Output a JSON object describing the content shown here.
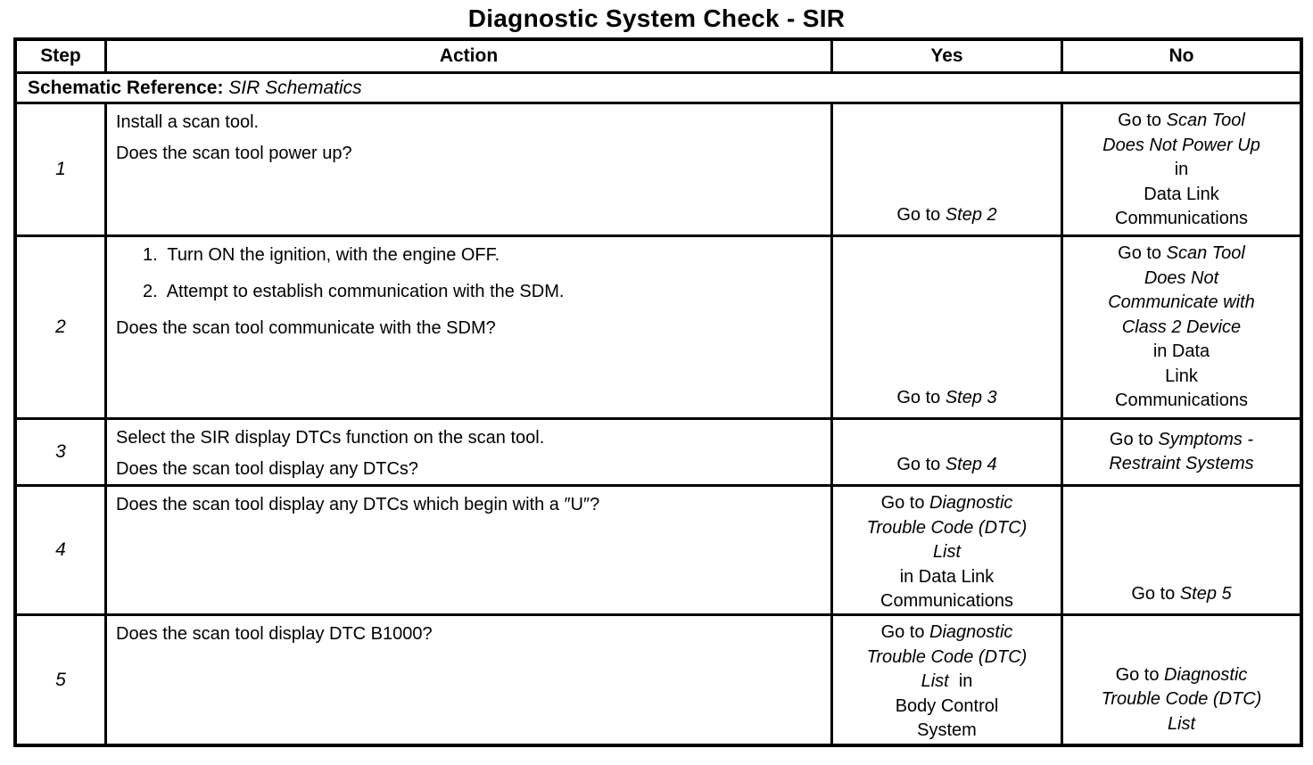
{
  "title": "Diagnostic System Check - SIR",
  "columns": {
    "step": "Step",
    "action": "Action",
    "yes": "Yes",
    "no": "No"
  },
  "schematic_reference": {
    "label": "Schematic Reference: ",
    "value": "SIR Schematics"
  },
  "rows": [
    {
      "step": "1",
      "action": [
        {
          "seg": [
            {
              "t": "Install a scan tool."
            }
          ]
        },
        {
          "seg": [
            {
              "t": "Does the scan tool power up?"
            }
          ]
        }
      ],
      "yes": [
        {
          "seg": [
            {
              "t": "Go to "
            },
            {
              "t": "Step 2",
              "i": true
            }
          ]
        }
      ],
      "no": [
        {
          "seg": [
            {
              "t": "Go to "
            },
            {
              "t": "Scan Tool",
              "i": true
            }
          ]
        },
        {
          "seg": [
            {
              "t": "Does Not Power Up",
              "i": true
            }
          ]
        },
        {
          "seg": [
            {
              "t": "in"
            }
          ]
        },
        {
          "seg": [
            {
              "t": "Data Link"
            }
          ]
        },
        {
          "seg": [
            {
              "t": "Communications"
            }
          ]
        }
      ]
    },
    {
      "step": "2",
      "action": [
        {
          "indent": true,
          "seg": [
            {
              "t": "1.  Turn ON the ignition, with the engine OFF."
            }
          ]
        },
        {
          "indent": true,
          "seg": [
            {
              "t": "2.  Attempt to establish communication with the SDM."
            }
          ]
        },
        {
          "seg": [
            {
              "t": "Does the scan tool communicate with the SDM?"
            }
          ]
        }
      ],
      "yes": [
        {
          "seg": [
            {
              "t": "Go to "
            },
            {
              "t": "Step 3",
              "i": true
            }
          ]
        }
      ],
      "no": [
        {
          "seg": [
            {
              "t": "Go to "
            },
            {
              "t": "Scan Tool",
              "i": true
            }
          ]
        },
        {
          "seg": [
            {
              "t": "Does Not",
              "i": true
            }
          ]
        },
        {
          "seg": [
            {
              "t": "Communicate with",
              "i": true
            }
          ]
        },
        {
          "seg": [
            {
              "t": "Class 2 Device",
              "i": true
            }
          ]
        },
        {
          "seg": [
            {
              "t": "in Data"
            }
          ]
        },
        {
          "seg": [
            {
              "t": "Link"
            }
          ]
        },
        {
          "seg": [
            {
              "t": "Communications"
            }
          ]
        }
      ]
    },
    {
      "step": "3",
      "action": [
        {
          "seg": [
            {
              "t": "Select the SIR display DTCs function on the scan tool."
            }
          ]
        },
        {
          "seg": [
            {
              "t": "Does the scan tool display any DTCs?"
            }
          ]
        }
      ],
      "yes": [
        {
          "seg": [
            {
              "t": "Go to "
            },
            {
              "t": "Step 4",
              "i": true
            }
          ]
        }
      ],
      "no": [
        {
          "seg": [
            {
              "t": "Go to "
            },
            {
              "t": "Symptoms -",
              "i": true
            }
          ]
        },
        {
          "seg": [
            {
              "t": "Restraint Systems",
              "i": true
            }
          ]
        }
      ]
    },
    {
      "step": "4",
      "action": [
        {
          "seg": [
            {
              "t": "Does the scan tool display any DTCs which begin with a ″U″?"
            }
          ]
        }
      ],
      "yes": [
        {
          "seg": [
            {
              "t": "Go to "
            },
            {
              "t": "Diagnostic",
              "i": true
            }
          ]
        },
        {
          "seg": [
            {
              "t": "Trouble Code (DTC)",
              "i": true
            }
          ]
        },
        {
          "seg": [
            {
              "t": "List",
              "i": true
            }
          ]
        },
        {
          "seg": [
            {
              "t": "in Data Link"
            }
          ]
        },
        {
          "seg": [
            {
              "t": "Communications"
            }
          ]
        }
      ],
      "no": [
        {
          "seg": [
            {
              "t": "Go to "
            },
            {
              "t": "Step 5",
              "i": true
            }
          ]
        }
      ]
    },
    {
      "step": "5",
      "action": [
        {
          "seg": [
            {
              "t": "Does the scan tool display DTC B1000?"
            }
          ]
        }
      ],
      "yes": [
        {
          "seg": [
            {
              "t": "Go to "
            },
            {
              "t": "Diagnostic",
              "i": true
            }
          ]
        },
        {
          "seg": [
            {
              "t": "Trouble Code (DTC)",
              "i": true
            }
          ]
        },
        {
          "seg": [
            {
              "t": "List",
              "i": true
            },
            {
              "t": "  in"
            }
          ]
        },
        {
          "seg": [
            {
              "t": "Body Control"
            }
          ]
        },
        {
          "seg": [
            {
              "t": "System"
            }
          ]
        }
      ],
      "no": [
        {
          "seg": [
            {
              "t": "Go to "
            },
            {
              "t": "Diagnostic",
              "i": true
            }
          ]
        },
        {
          "seg": [
            {
              "t": "Trouble Code (DTC)",
              "i": true
            }
          ]
        },
        {
          "seg": [
            {
              "t": "List",
              "i": true
            }
          ]
        }
      ]
    }
  ]
}
